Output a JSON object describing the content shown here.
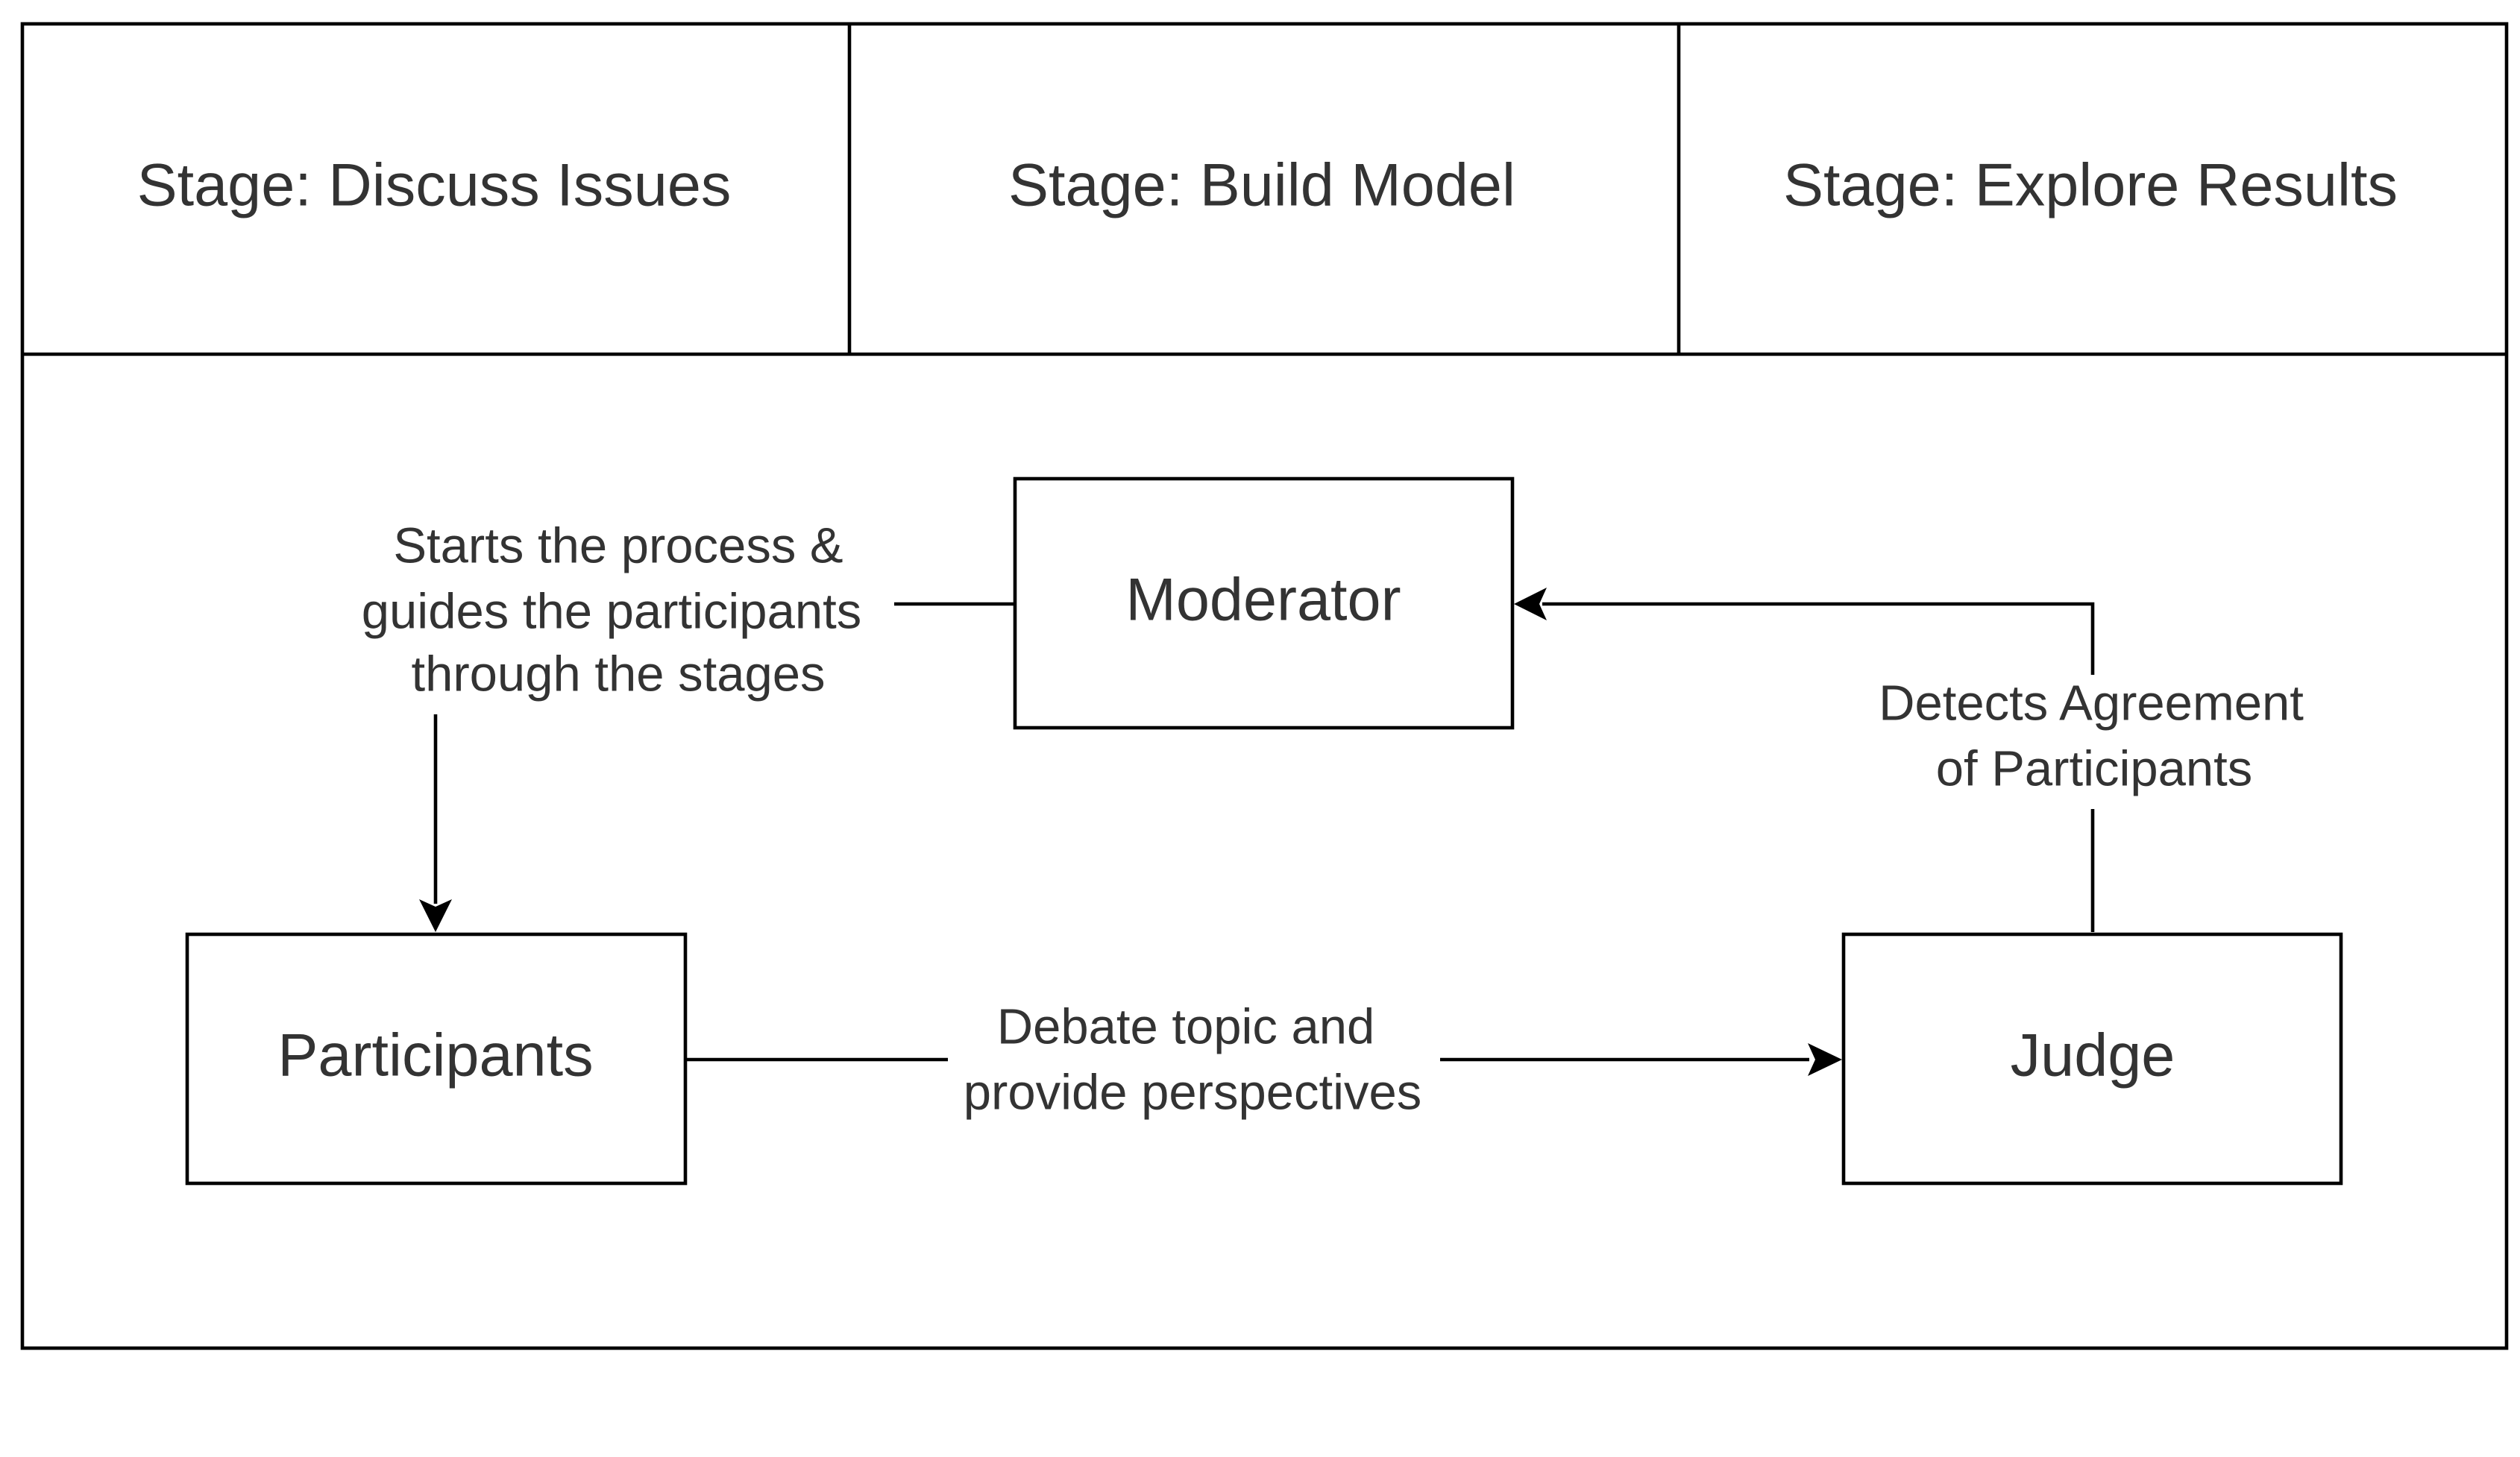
{
  "stages": [
    {
      "label": "Stage: Discuss Issues"
    },
    {
      "label": "Stage: Build Model"
    },
    {
      "label": "Stage: Explore Results"
    }
  ],
  "nodes": {
    "moderator": {
      "label": "Moderator"
    },
    "participants": {
      "label": "Participants"
    },
    "judge": {
      "label": "Judge"
    }
  },
  "edges": {
    "moderator_to_participants": {
      "lines": [
        "Starts the process &",
        "guides the participants",
        "through the stages"
      ]
    },
    "participants_to_judge": {
      "lines": [
        "Debate topic and",
        "provide perspectives"
      ]
    },
    "judge_to_moderator": {
      "lines": [
        "Detects Agreement",
        "of Participants"
      ]
    }
  },
  "colors": {
    "stroke": "#000000",
    "text": "#333333",
    "background": "#ffffff"
  }
}
